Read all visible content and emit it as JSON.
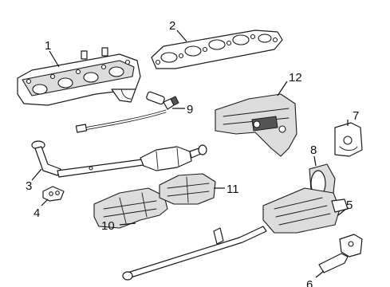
{
  "diagram": {
    "callouts": {
      "c1": "1",
      "c2": "2",
      "c3": "3",
      "c4": "4",
      "c5": "5",
      "c6": "6",
      "c7": "7",
      "c8": "8",
      "c9": "9",
      "c10": "10",
      "c11": "11",
      "c12": "12"
    }
  }
}
